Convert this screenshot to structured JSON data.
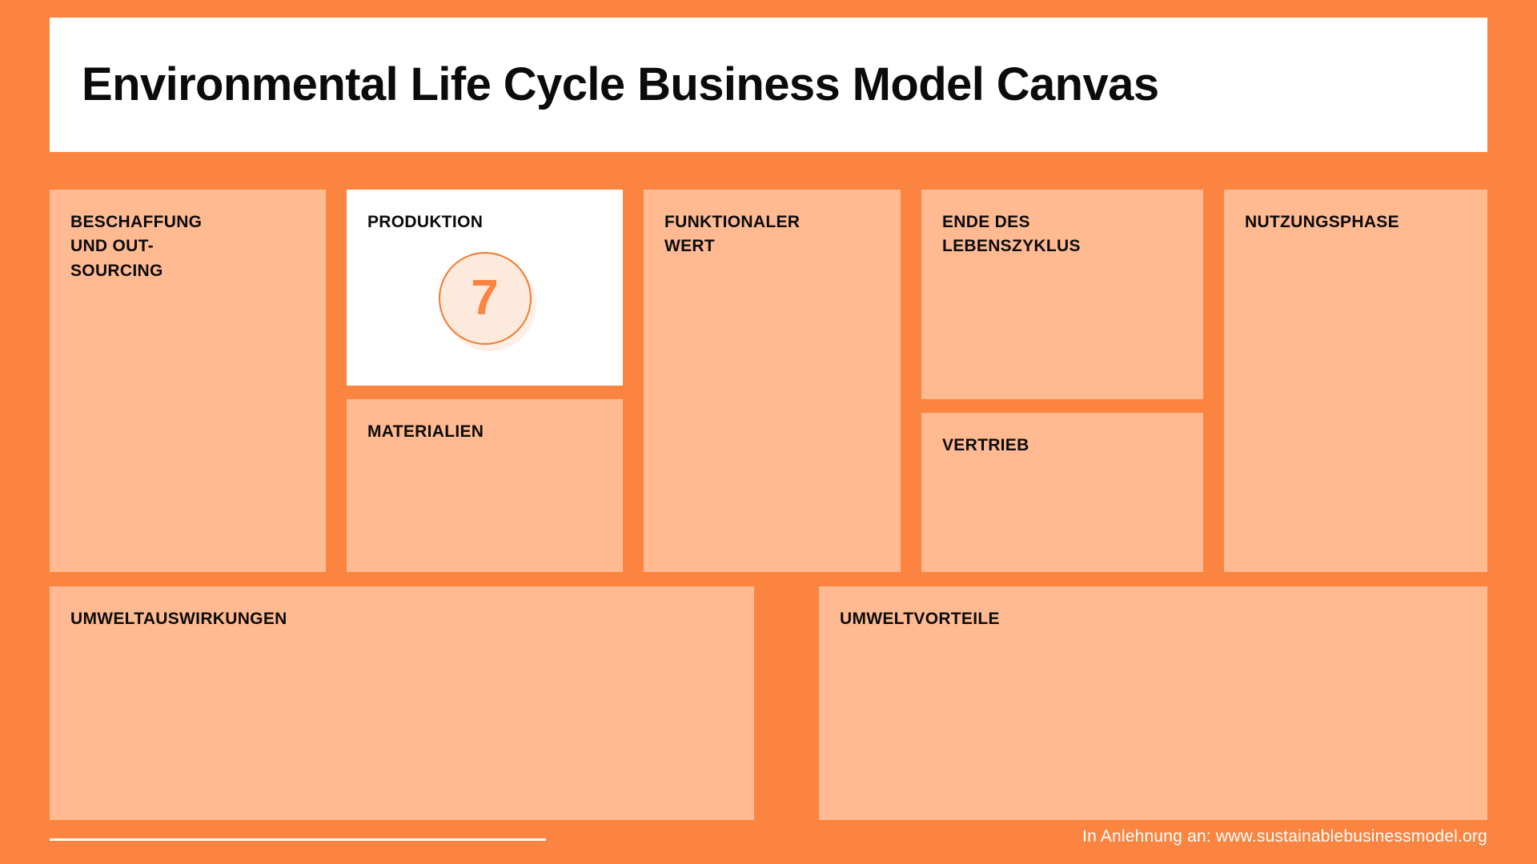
{
  "header": {
    "title": "Environmental Life Cycle Business Model Canvas"
  },
  "canvas": {
    "blocks": [
      {
        "id": "sourcing",
        "label": "Beschaffung\nund Out-\nsourcing",
        "highlighted": false
      },
      {
        "id": "produktion",
        "label": "Produktion",
        "highlighted": true,
        "step": "7"
      },
      {
        "id": "materialien",
        "label": "Materialien",
        "highlighted": false
      },
      {
        "id": "funktionaler-wert",
        "label": "Funktionaler\nWert",
        "highlighted": false
      },
      {
        "id": "ende-lebenszyklus",
        "label": "Ende des\nLebenszyklus",
        "highlighted": false
      },
      {
        "id": "vertrieb",
        "label": "Vertrieb",
        "highlighted": false
      },
      {
        "id": "nutzungsphase",
        "label": "Nutzungsphase",
        "highlighted": false
      },
      {
        "id": "umweltauswirkungen",
        "label": "Umweltauswirkungen",
        "highlighted": false
      },
      {
        "id": "umweltvorteile",
        "label": "Umweltvorteile",
        "highlighted": false
      }
    ],
    "step_badge": {
      "number": "7"
    }
  },
  "footer": {
    "credit": "In Anlehnung an: www.sustainablebusinessmodel.org"
  },
  "colors": {
    "background": "#FB8540",
    "card": "#FFBA92",
    "card_highlight": "#FFFFFF",
    "badge_fill": "#FDEADC",
    "badge_border": "#F4792E",
    "badge_number": "#FB8540",
    "text": "#0B0B0B",
    "footer_text": "#FFFFFF"
  }
}
